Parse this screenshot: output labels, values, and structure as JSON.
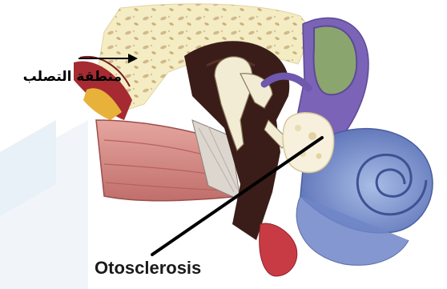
{
  "labels": {
    "sclerosis_zone": "منطقة التصلب",
    "caption": "Otosclerosis"
  },
  "colors": {
    "bone": "#f4edc4",
    "bone_pores": "#d2b98a",
    "dark_tissue": "#3a1d18",
    "ossicle": "#f3ecd4",
    "cochlea": "#6f86c8",
    "cochlea_light": "#9bb0e0",
    "vestibule": "#7b63b8",
    "canal": "#d48a86",
    "muscle": "#a52a32",
    "fat": "#e8b23a",
    "pointer": "#000000"
  },
  "icons": {
    "pointer_arrow": "arrow-right-icon",
    "leader_line": "leader-line"
  }
}
